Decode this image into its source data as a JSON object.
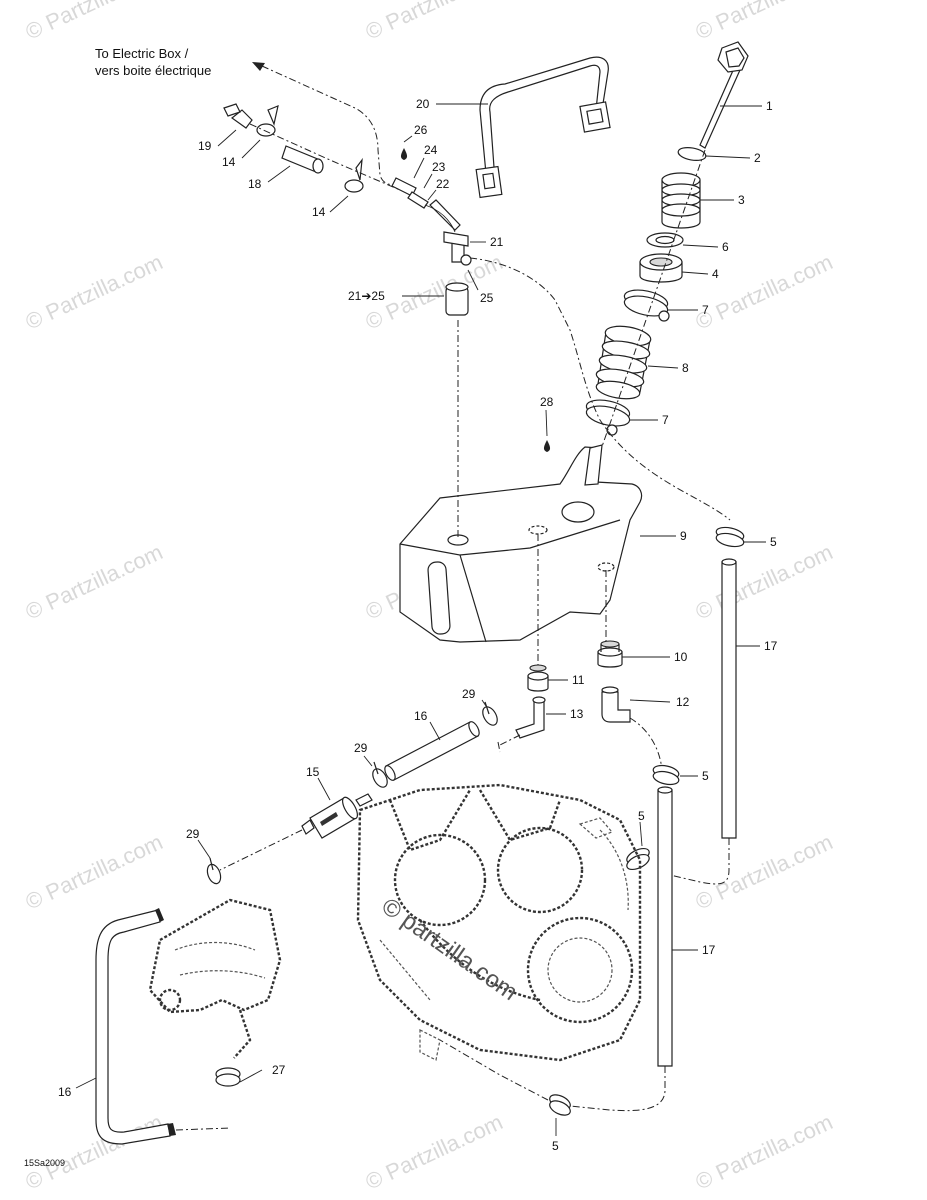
{
  "note": {
    "line1": "To Electric Box /",
    "line2": "vers boite électrique"
  },
  "drawing_code": "15Sa2009",
  "watermark": {
    "small": "© Partzilla.com",
    "center": "© partzilla.com"
  },
  "callouts": [
    {
      "id": "c1",
      "label": "1"
    },
    {
      "id": "c2",
      "label": "2"
    },
    {
      "id": "c3",
      "label": "3"
    },
    {
      "id": "c6",
      "label": "6"
    },
    {
      "id": "c4",
      "label": "4"
    },
    {
      "id": "c7a",
      "label": "7"
    },
    {
      "id": "c8",
      "label": "8"
    },
    {
      "id": "c7b",
      "label": "7"
    },
    {
      "id": "c9",
      "label": "9"
    },
    {
      "id": "c5a",
      "label": "5"
    },
    {
      "id": "c10",
      "label": "10"
    },
    {
      "id": "c11",
      "label": "11"
    },
    {
      "id": "c12",
      "label": "12"
    },
    {
      "id": "c13",
      "label": "13"
    },
    {
      "id": "c17a",
      "label": "17"
    },
    {
      "id": "c5b",
      "label": "5"
    },
    {
      "id": "c5c",
      "label": "5"
    },
    {
      "id": "c17b",
      "label": "17"
    },
    {
      "id": "c5d",
      "label": "5"
    },
    {
      "id": "c20",
      "label": "20"
    },
    {
      "id": "c19",
      "label": "19"
    },
    {
      "id": "c14a",
      "label": "14"
    },
    {
      "id": "c18",
      "label": "18"
    },
    {
      "id": "c14b",
      "label": "14"
    },
    {
      "id": "c26",
      "label": "26"
    },
    {
      "id": "c24",
      "label": "24"
    },
    {
      "id": "c23",
      "label": "23"
    },
    {
      "id": "c22",
      "label": "22"
    },
    {
      "id": "c21",
      "label": "21"
    },
    {
      "id": "c21-25",
      "label": "21➔25"
    },
    {
      "id": "c25",
      "label": "25"
    },
    {
      "id": "c28",
      "label": "28"
    },
    {
      "id": "c29a",
      "label": "29"
    },
    {
      "id": "c16a",
      "label": "16"
    },
    {
      "id": "c29b",
      "label": "29"
    },
    {
      "id": "c15",
      "label": "15"
    },
    {
      "id": "c29c",
      "label": "29"
    },
    {
      "id": "c16b",
      "label": "16"
    },
    {
      "id": "c27",
      "label": "27"
    }
  ]
}
